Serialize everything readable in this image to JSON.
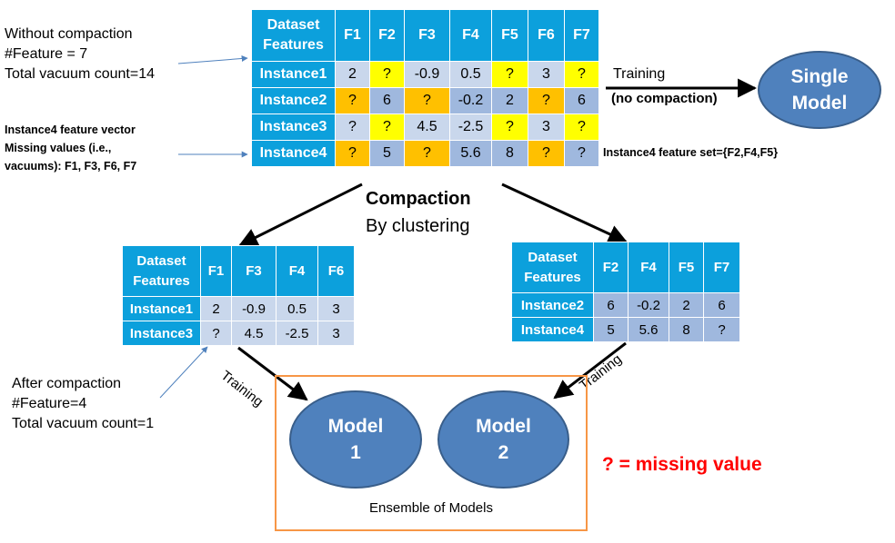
{
  "left_notes": {
    "without": [
      "Without compaction",
      "#Feature = 7",
      "Total vacuum count=14"
    ],
    "instance4": [
      "Instance4 feature vector",
      "Missing values (i.e.,",
      "vacuums): F1, F3, F6, F7"
    ],
    "after": [
      "After compaction",
      "#Feature=4",
      "Total vacuum count=1"
    ]
  },
  "top_table": {
    "corner": [
      "Dataset",
      "Features"
    ],
    "headers": [
      "F1",
      "F2",
      "F3",
      "F4",
      "F5",
      "F6",
      "F7"
    ],
    "rows": [
      {
        "label": "Instance1",
        "cells": [
          "2",
          "?",
          "-0.9",
          "0.5",
          "?",
          "3",
          "?"
        ]
      },
      {
        "label": "Instance2",
        "cells": [
          "?",
          "6",
          "?",
          "-0.2",
          "2",
          "?",
          "6"
        ]
      },
      {
        "label": "Instance3",
        "cells": [
          "?",
          "?",
          "4.5",
          "-2.5",
          "?",
          "3",
          "?"
        ]
      },
      {
        "label": "Instance4",
        "cells": [
          "?",
          "5",
          "?",
          "5.6",
          "8",
          "?",
          "?"
        ]
      }
    ]
  },
  "left_table": {
    "corner": [
      "Dataset",
      "Features"
    ],
    "headers": [
      "F1",
      "F3",
      "F4",
      "F6"
    ],
    "rows": [
      {
        "label": "Instance1",
        "cells": [
          "2",
          "-0.9",
          "0.5",
          "3"
        ]
      },
      {
        "label": "Instance3",
        "cells": [
          "?",
          "4.5",
          "-2.5",
          "3"
        ]
      }
    ]
  },
  "right_table": {
    "corner": [
      "Dataset",
      "Features"
    ],
    "headers": [
      "F2",
      "F4",
      "F5",
      "F7"
    ],
    "rows": [
      {
        "label": "Instance2",
        "cells": [
          "6",
          "-0.2",
          "2",
          "6"
        ]
      },
      {
        "label": "Instance4",
        "cells": [
          "5",
          "5.6",
          "8",
          "?"
        ]
      }
    ]
  },
  "training_top": {
    "line1": "Training",
    "line2": "(no compaction)"
  },
  "instance4_set": "Instance4 feature set={F2,F4,F5}",
  "compaction": {
    "title": "Compaction",
    "subtitle": "By clustering"
  },
  "training_left": "Training",
  "training_right": "Training",
  "single_model": [
    "Single",
    "Model"
  ],
  "model1": [
    "Model",
    "1"
  ],
  "model2": [
    "Model",
    "2"
  ],
  "ensemble_label": "Ensemble of Models",
  "legend": "? = missing value",
  "colors": {
    "header_blue": "#0ca0dc",
    "cell_light": "#c9d7ec",
    "cell_dark": "#9fb8de",
    "missing_yellow": "#ffff00",
    "missing_orange": "#ffc000",
    "model_fill": "#4f81bd",
    "ensemble_border": "#f79646",
    "legend_red": "#ff0000",
    "note_arrow": "#4f81bd"
  }
}
